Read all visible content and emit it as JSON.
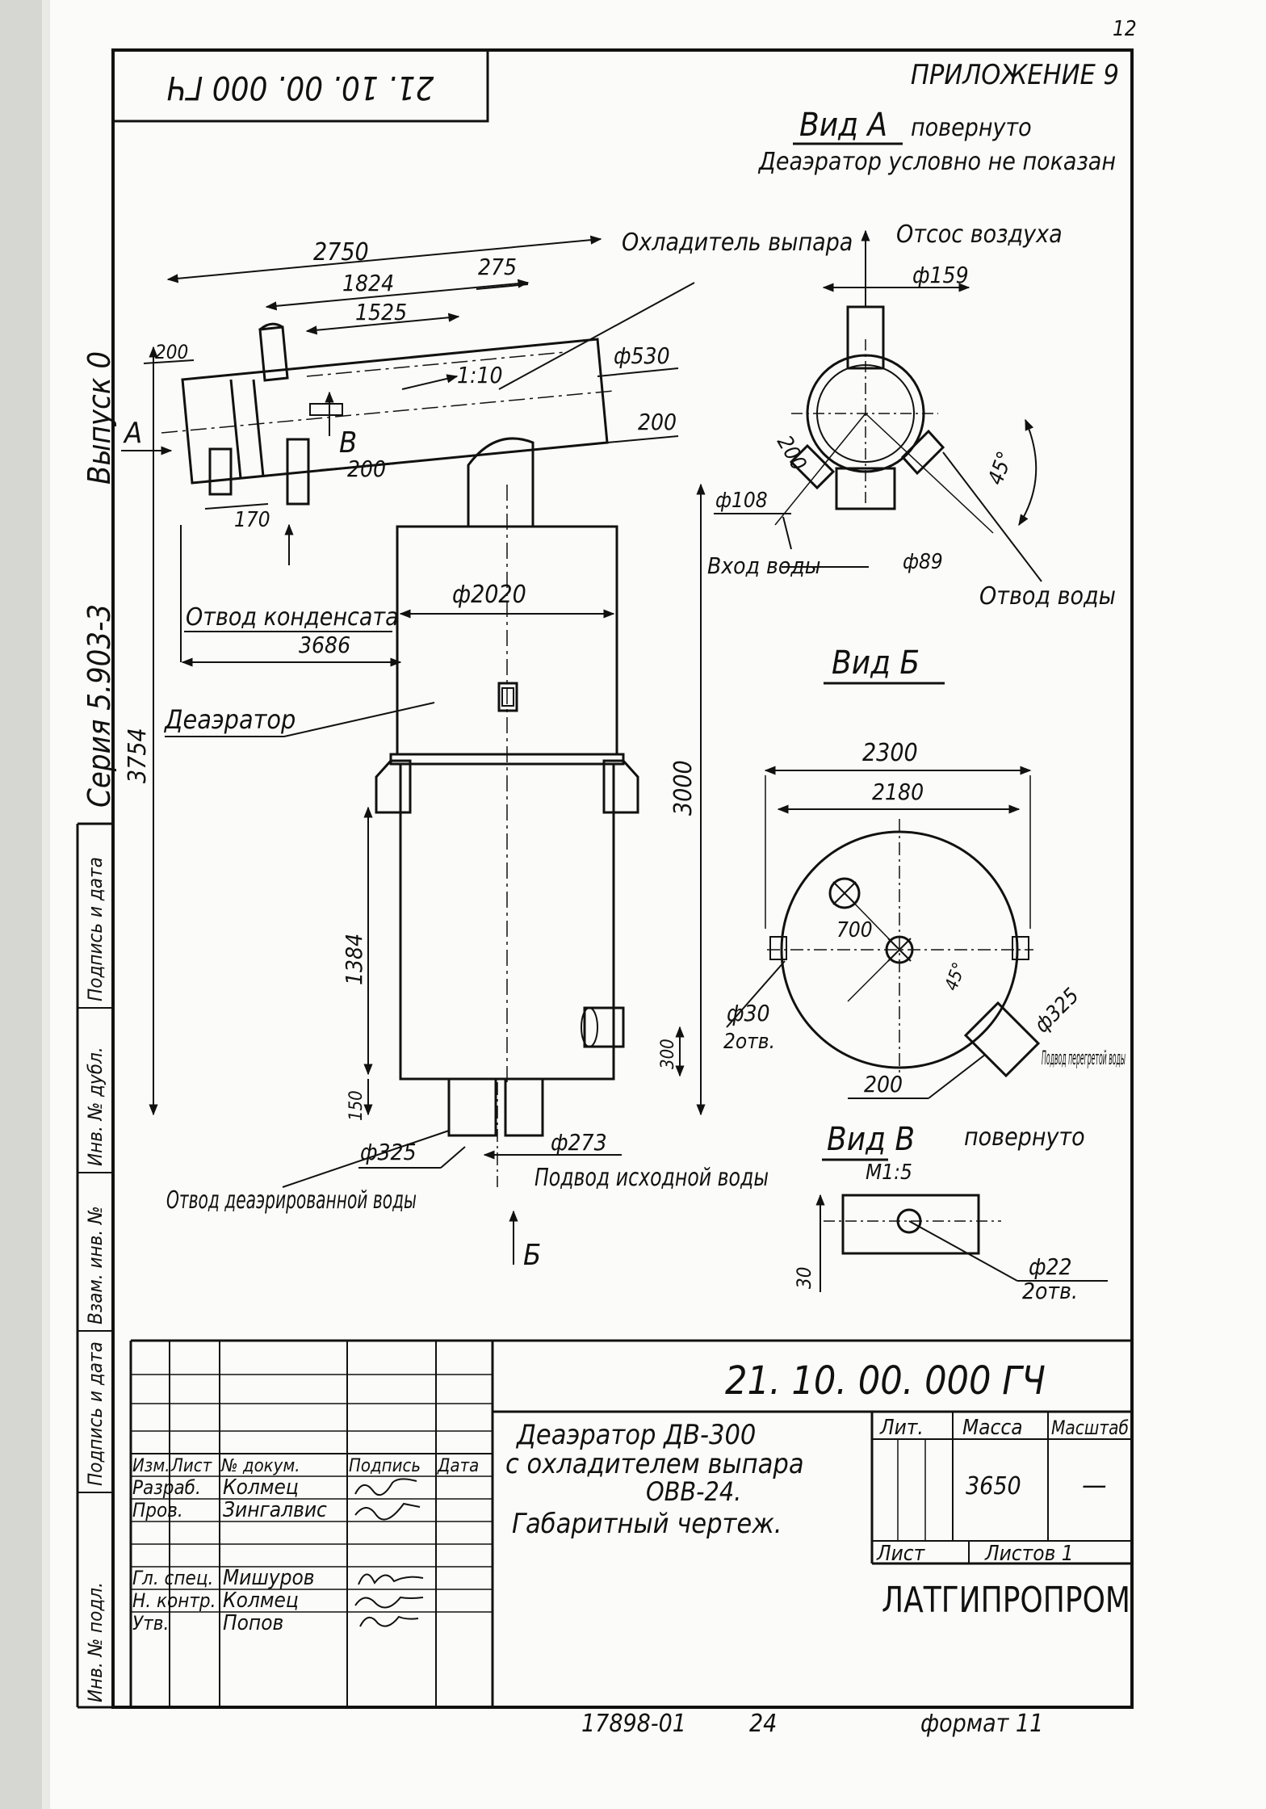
{
  "page_top_number": "12",
  "stamp_inverted": "21. 10. 00. 000 ГЧ",
  "appendix": "ПРИЛОЖЕНИЕ 9",
  "margin_left": {
    "series": "Серия 5.903-3",
    "issue": "Выпуск 0",
    "block_labels": [
      "Инв. № подл.",
      "Подпись и дата",
      "Взам. инв. №",
      "Инв. № дубл.",
      "Подпись и дата"
    ]
  },
  "views": {
    "a_title": "Вид А",
    "a_rotated": "повернуто",
    "a_note": "Деаэратор условно не показан",
    "a_air": "Отсос воздуха",
    "a_d159": "ф159",
    "a_200": "200",
    "a_45": "45°",
    "a_d108": "ф108",
    "a_inlet": "Вход воды",
    "a_d89": "ф89",
    "a_outlet": "Отвод воды",
    "b_title": "Вид Б",
    "b_2300": "2300",
    "b_2180": "2180",
    "b_700": "700",
    "b_45": "45°",
    "b_d30": "ф30",
    "b_holes": "2отв.",
    "b_d325": "ф325",
    "b_steam": "Подвод перегретой воды",
    "b_200": "200",
    "v_title": "Вид В",
    "v_rotated": "повернуто",
    "v_scale": "М1:5",
    "v_30": "30",
    "v_d22": "ф22",
    "v_holes": "2отв."
  },
  "main": {
    "d2750": "2750",
    "d1824": "1824",
    "d275": "275",
    "d1525": "1525",
    "d200a": "200",
    "slope": "1:10",
    "d530": "ф530",
    "d200b": "200",
    "d200c": "200",
    "d170": "170",
    "cooler": "Охладитель выпара",
    "arrow_a": "А",
    "arrow_b": "Б",
    "arrow_v": "В",
    "condensate": "Отвод конденсата",
    "d3686": "3686",
    "d2020": "ф2020",
    "deaerator": "Деаэратор",
    "d3754": "3754",
    "d3000": "3000",
    "d1384": "1384",
    "d300": "300",
    "d150": "150",
    "d325": "ф325",
    "d273": "ф273",
    "source_water": "Подвод исходной воды",
    "deaerated": "Отвод деаэрированной воды"
  },
  "title_block": {
    "code": "21. 10. 00. 000 ГЧ",
    "title_1": "Деаэратор ДВ-300",
    "title_2": "с охладителем выпара",
    "title_3": "ОВВ-24.",
    "title_4": "Габаритный чертеж.",
    "col_headers": [
      "Изм.",
      "Лист",
      "№ докум.",
      "Подпись",
      "Дата"
    ],
    "rows": [
      {
        "role": "Разраб.",
        "name": "Колмец"
      },
      {
        "role": "Пров.",
        "name": "Зингалвис"
      },
      {
        "role": "",
        "name": ""
      },
      {
        "role": "Гл. спец.",
        "name": "Мишуров"
      },
      {
        "role": "Н. контр.",
        "name": "Колмец"
      },
      {
        "role": "Утв.",
        "name": "Попов"
      }
    ],
    "lit": "Лит.",
    "mass": "Масса",
    "scale": "Масштаб",
    "mass_value": "3650",
    "scale_value": "—",
    "sheet": "Лист",
    "sheets": "Листов 1",
    "org": "ЛАТГИПРОПРОМ"
  },
  "footer": {
    "inv": "17898-01",
    "page": "24",
    "format": "формат 11"
  }
}
